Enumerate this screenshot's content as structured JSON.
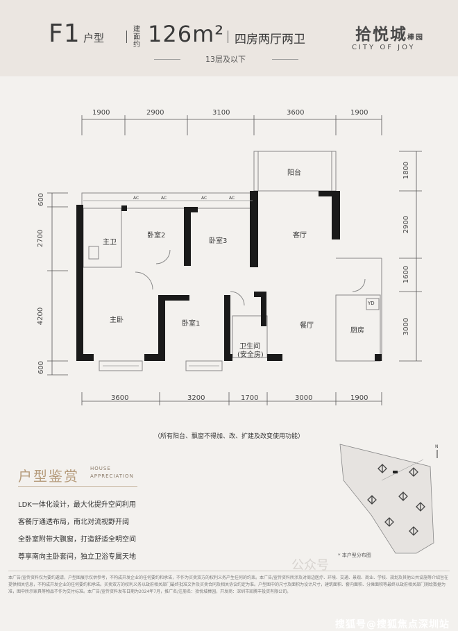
{
  "header": {
    "unit_code": "F1",
    "unit_suffix": "户型",
    "area_label": "建面约",
    "area_value": "126m²",
    "layout_desc": "四房两厅两卫",
    "floor_note": "13层及以下",
    "brand_cn": "拾悦城",
    "brand_cn_sub": "棒园",
    "brand_en": "CITY OF JOY"
  },
  "dimensions": {
    "top": [
      "1900",
      "2900",
      "3100",
      "3600",
      "1900"
    ],
    "bottom": [
      "3600",
      "3200",
      "1700",
      "3000",
      "1900"
    ],
    "left": [
      "600",
      "2700",
      "4200",
      "600"
    ],
    "right": [
      "1800",
      "2900",
      "1600",
      "3000"
    ]
  },
  "rooms": {
    "balcony": "阳台",
    "living": "客厅",
    "bedroom2": "卧室2",
    "bedroom3": "卧室3",
    "master_bath": "主卫",
    "master_bed": "主卧",
    "bedroom1": "卧室1",
    "bath": "卫生间",
    "bath_sub": "(安全房)",
    "dining": "餐厅",
    "kitchen": "厨房",
    "ac": "AC",
    "yd": "YD"
  },
  "notice": "（所有阳台、飘窗不得加、改、扩建及改变使用功能）",
  "section": {
    "title": "户型鉴赏",
    "en_line1": "HOUSE",
    "en_line2": "APPRECIATION",
    "features": [
      "LDK一体化设计，最大化提升空间利用",
      "客餐厅通透布局，南北对流视野开阔",
      "全卧室附带大飘窗，打造舒适全明空间",
      "尊享南向主卧套间，独立卫浴专属天地"
    ]
  },
  "site_map": {
    "caption": "* 本户型分布图",
    "north": "N"
  },
  "disclaimer": "本广告/宣传资料仅为要约邀请，户型图展示仅供参考，不构成开发企业的任何要约和承诺，不作为买卖双方的权利义务产生任何的约束。本广告/宣传资料所涉及对周边医疗、环境、交通、景观、商业、学校、规划及其他公共设施等介绍旨在提供相关信息，不构成开发企业的任何要约和承诺。买卖双方的权利义务以政府相关部门最终批准文件及买卖合同及相关协议约定为准。户型图中的尺寸及面积为设计尺寸，建筑面积、套内面积、分摊面积等最终以政府相关部门测绘数据为准，图中所示家具等物品不作为交付标准。本广告/宣传资料发布日期为2024年7月，推广名/注册名：拾悦城棒园，开发商：深圳市凯腾丰投资有限公司。",
  "watermark": {
    "faint": "公众号",
    "main": "搜狐号@搜狐焦点深圳站"
  },
  "colors": {
    "wall": "#1a1a1a",
    "accent": "#b59b7b",
    "header_bg": "#ebe6e1",
    "page_bg": "#f3f1ee"
  }
}
